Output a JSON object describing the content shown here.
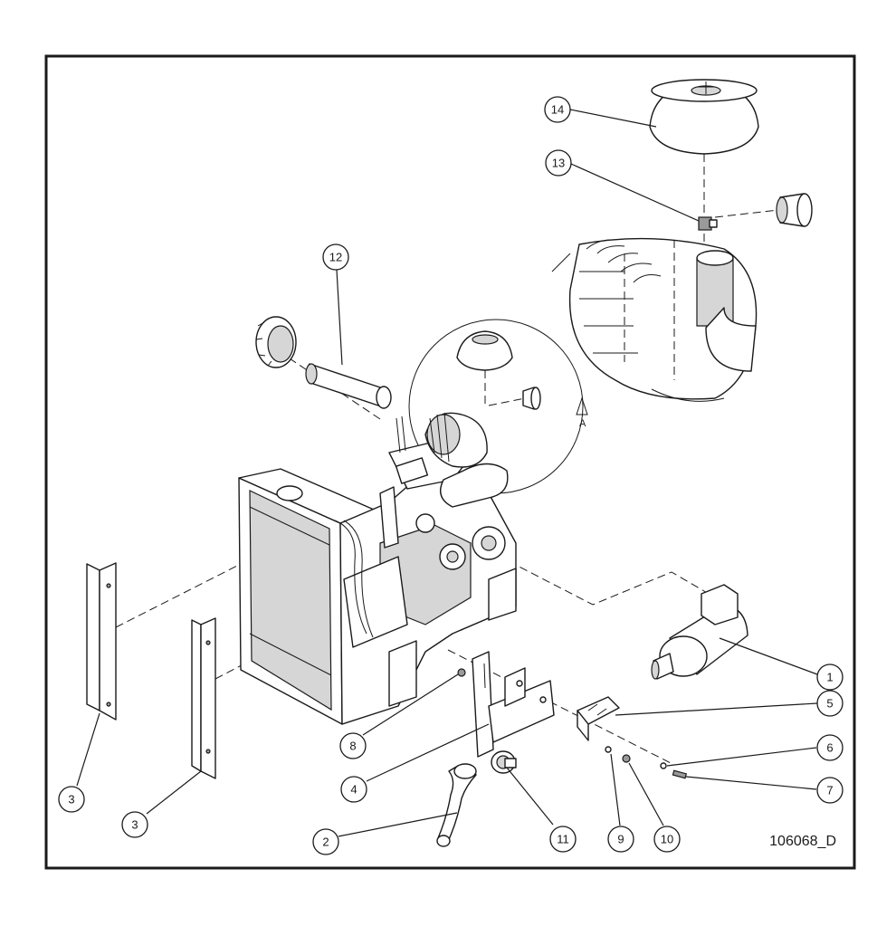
{
  "drawing_id": "106068_D",
  "view_label": "A",
  "callouts": {
    "c1": "1",
    "c2": "2",
    "c3a": "3",
    "c3b": "3",
    "c4": "4",
    "c5": "5",
    "c6": "6",
    "c7": "7",
    "c8": "8",
    "c9": "9",
    "c10": "10",
    "c11": "11",
    "c12": "12",
    "c13": "13",
    "c14": "14"
  }
}
